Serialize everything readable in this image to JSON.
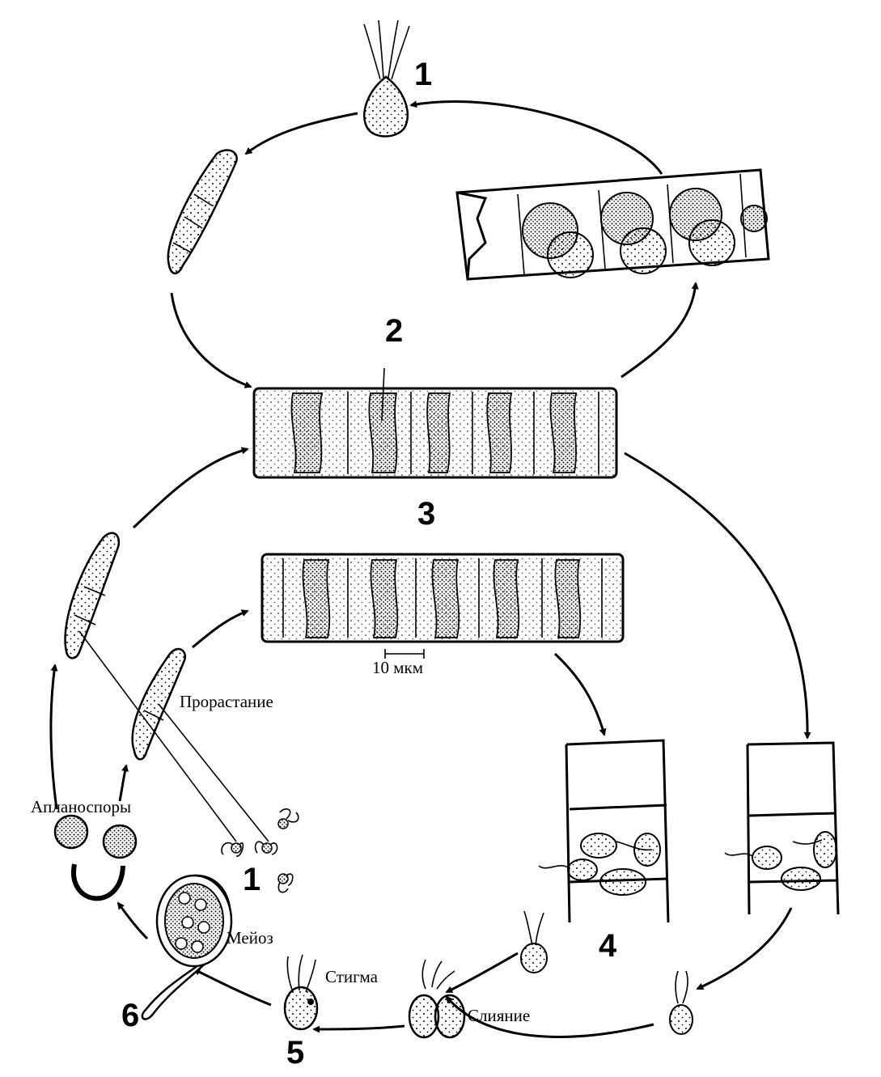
{
  "numbers": {
    "n1_top": "1",
    "n2": "2",
    "n3": "3",
    "n4": "4",
    "n5": "5",
    "n6": "6",
    "n1_bottom": "1"
  },
  "labels": {
    "scale": "10 мкм",
    "germination": "Прорастание",
    "aplanospores": "Апланоспоры",
    "meiosis": "Мейоз",
    "stigma": "Стигма",
    "fusion": "Слияние"
  }
}
